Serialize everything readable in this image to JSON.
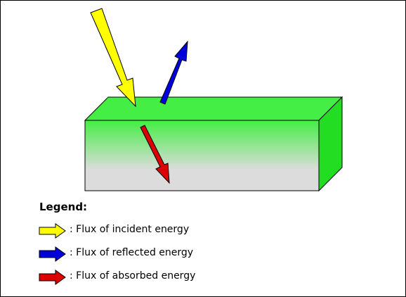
{
  "colors": {
    "incident": "#ffff00",
    "reflected": "#0000dd",
    "absorbed": "#dd0000",
    "block_top": "#44ee44",
    "block_side": "#22dd22",
    "block_front_top": "#44ee44",
    "block_front_bottom": "#dcdcdc"
  },
  "icons": {
    "incident": "yellow-arrow-icon",
    "reflected": "blue-arrow-icon",
    "absorbed": "red-arrow-icon"
  },
  "legend": {
    "title": "Legend:",
    "items": [
      {
        "key": "incident",
        "label": ": Flux of incident energy"
      },
      {
        "key": "reflected",
        "label": ": Flux of reflected energy"
      },
      {
        "key": "absorbed",
        "label": ": Flux of absorbed energy"
      }
    ]
  }
}
